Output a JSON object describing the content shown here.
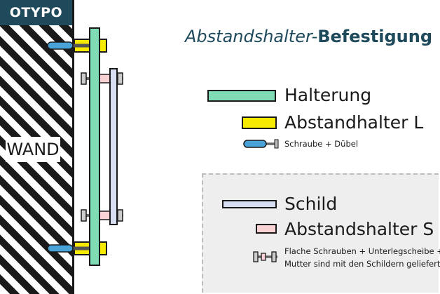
{
  "logo": {
    "text": "OTYPO"
  },
  "wall": {
    "label": "WAND"
  },
  "title": {
    "part1": "Abstandshalter-",
    "part2": "Befestigung"
  },
  "legend": {
    "halterung": "Halterung",
    "abstandhalter_l": "Abstandhalter L",
    "schraube_duebel": "Schraube + Dübel",
    "schild": "Schild",
    "abstandshalter_s": "Abstandshalter S",
    "note_line1": "Flache Schrauben + Unterlegscheibe +",
    "note_line2": "Mutter sind mit den Schildern geliefert"
  },
  "colors": {
    "halterung": "#7fdcb4",
    "abstandhalter_l": "#f5ea00",
    "schild": "#d8def2",
    "abstandshalter_s": "#f9d2d6",
    "dowel": "#4aa3d8",
    "brand": "#1e4a5c"
  }
}
